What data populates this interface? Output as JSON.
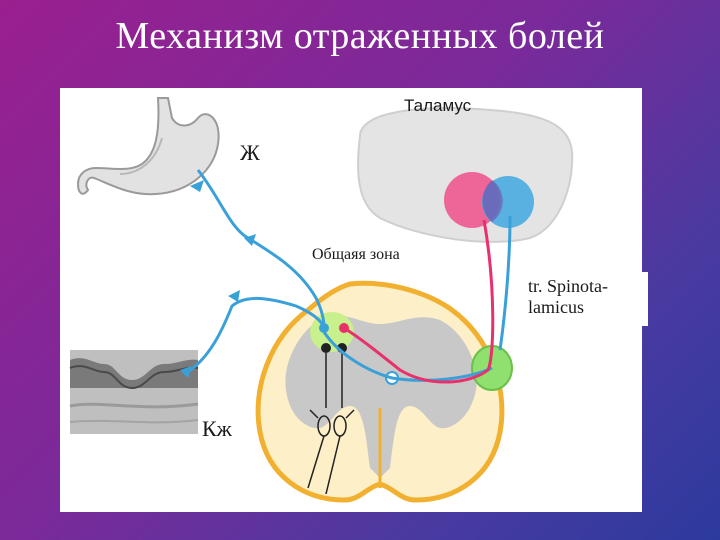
{
  "slide": {
    "title": "Механизм отраженных болей"
  },
  "diagram": {
    "thalamus_label": "Таламус",
    "organ_label": "Ж",
    "common_zone_label": "Общаяя зона",
    "skin_label": "Кж",
    "tract_label_line1": "tr. Spinota-",
    "tract_label_line2": "lamicus"
  },
  "colors": {
    "background_start": "#9a1f8f",
    "background_end": "#2c3a9e",
    "title_text": "#ffffff",
    "visceral_fiber": "#3aa0d8",
    "somatic_fiber": "#e8306a",
    "thalamus_body": "#e4e4e4",
    "thalamus_nucleus_pink": "#f0508a",
    "thalamus_nucleus_blue": "#40a8e0",
    "spinal_grey_matter": "#c8c8c8",
    "spinal_white_matter": "#fdf0c8",
    "spinal_outline": "#f2b030",
    "common_zone": "#c8f08c",
    "tract_bundle": "#90e070"
  }
}
